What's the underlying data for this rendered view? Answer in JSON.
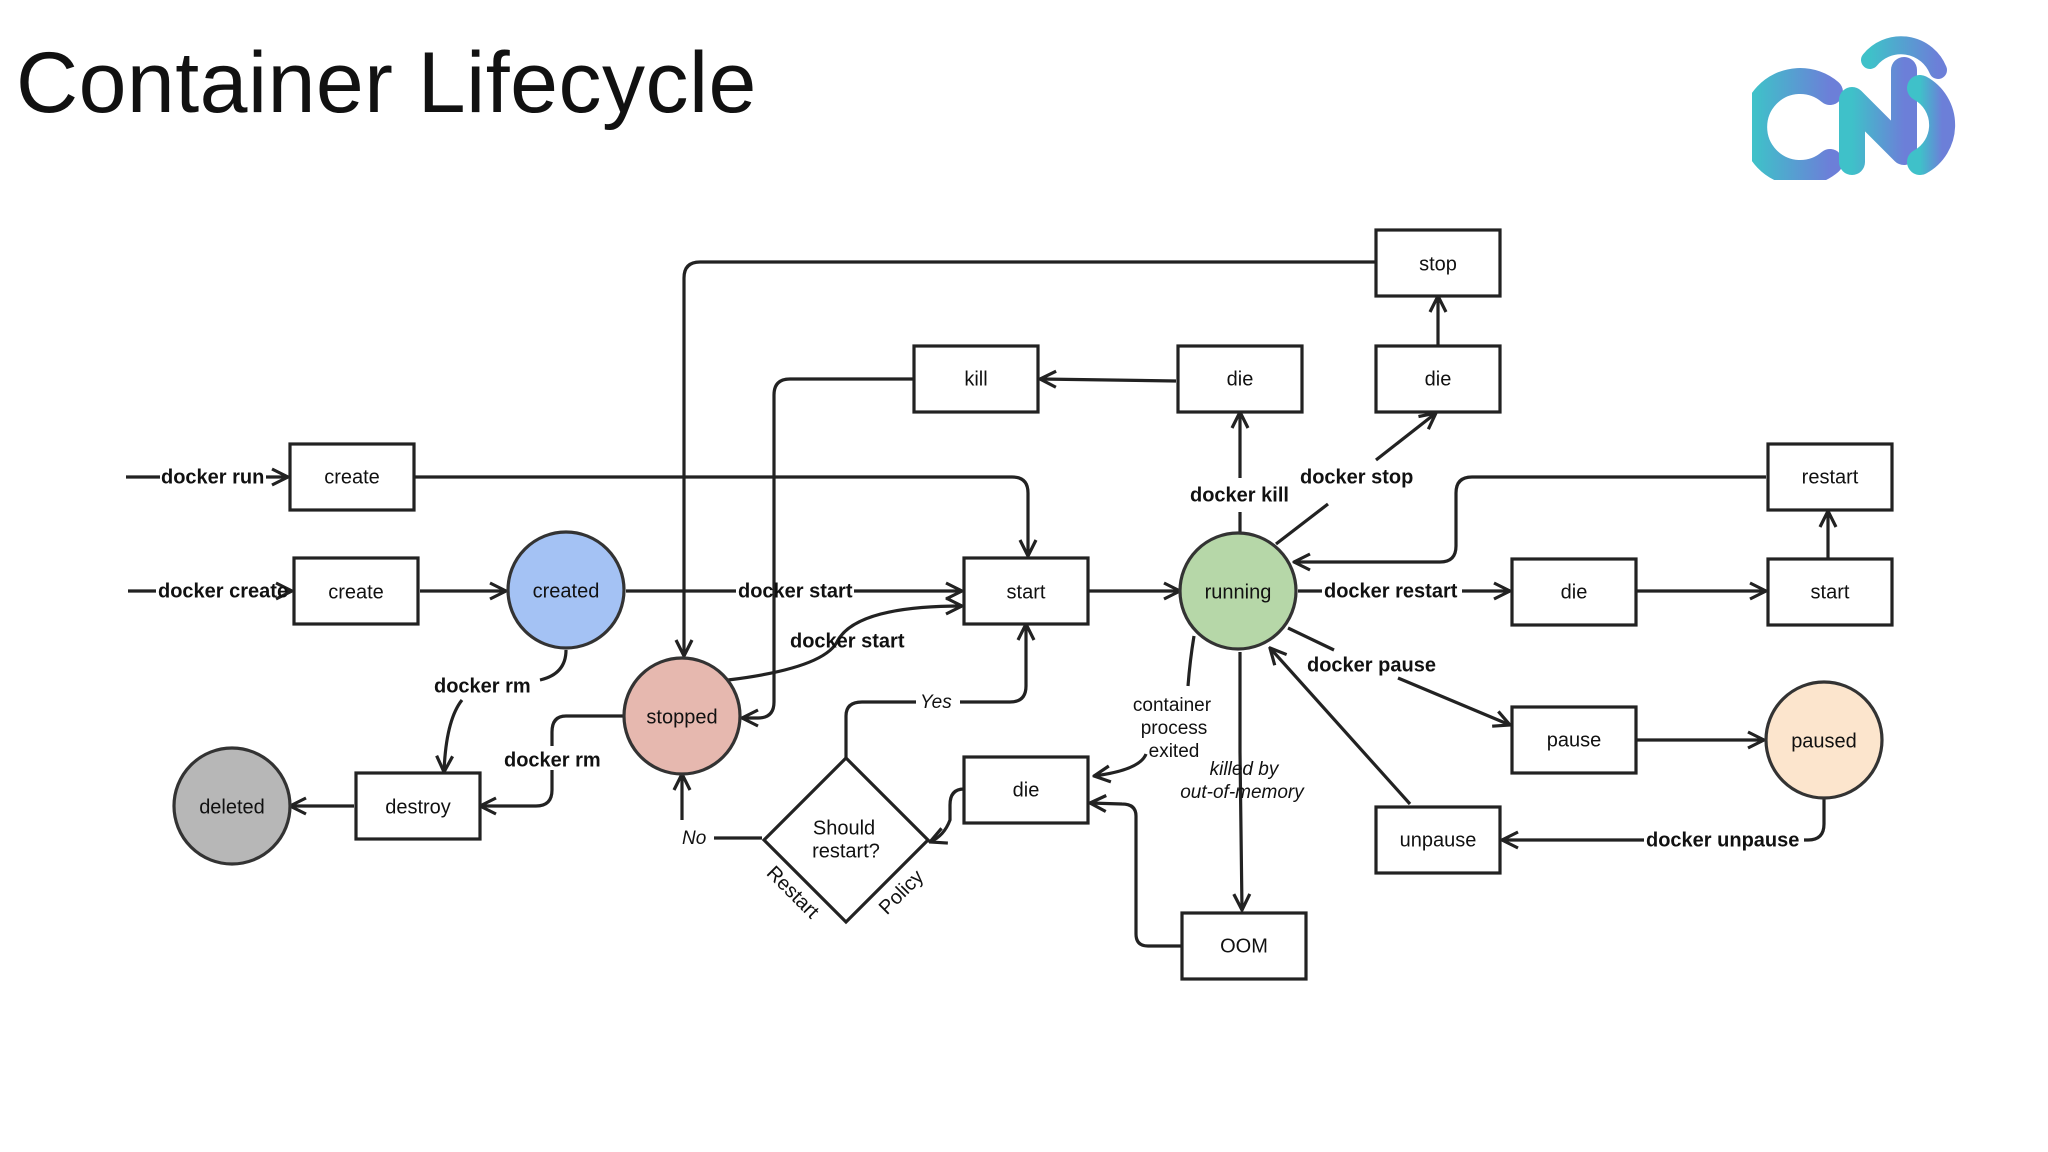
{
  "title": "Container Lifecycle",
  "logo": {
    "name": "CND",
    "colors": [
      "#3fc1c9",
      "#6c7fd8"
    ]
  },
  "states": {
    "created": {
      "label": "created",
      "color": "#a4c2f4"
    },
    "stopped": {
      "label": "stopped",
      "color": "#e6b8af"
    },
    "deleted": {
      "label": "deleted",
      "color": "#b7b7b7"
    },
    "running": {
      "label": "running",
      "color": "#b6d7a8"
    },
    "paused": {
      "label": "paused",
      "color": "#fce5cd"
    }
  },
  "boxes": {
    "create_run": "create",
    "create": "create",
    "start_main": "start",
    "destroy": "destroy",
    "kill": "kill",
    "die_kill": "die",
    "die_stop": "die",
    "stop": "stop",
    "die_restart": "die",
    "start_restart": "start",
    "restart": "restart",
    "pause": "pause",
    "unpause": "unpause",
    "die_oom": "die",
    "oom": "OOM"
  },
  "decision": {
    "line1": "Should",
    "line2": "restart?",
    "side1": "Restart",
    "side2": "Policy"
  },
  "labels": {
    "docker_run": "docker run",
    "docker_create": "docker create",
    "docker_start_1": "docker start",
    "docker_start_2": "docker start",
    "docker_rm_1": "docker rm",
    "docker_rm_2": "docker rm",
    "docker_kill": "docker kill",
    "docker_stop": "docker stop",
    "docker_restart": "docker restart",
    "docker_pause": "docker pause",
    "docker_unpause": "docker unpause",
    "yes": "Yes",
    "no": "No",
    "container_exit_1": "container",
    "container_exit_2": "process",
    "container_exit_3": "exited",
    "oom_1": "killed by",
    "oom_2": "out-of-memory"
  }
}
